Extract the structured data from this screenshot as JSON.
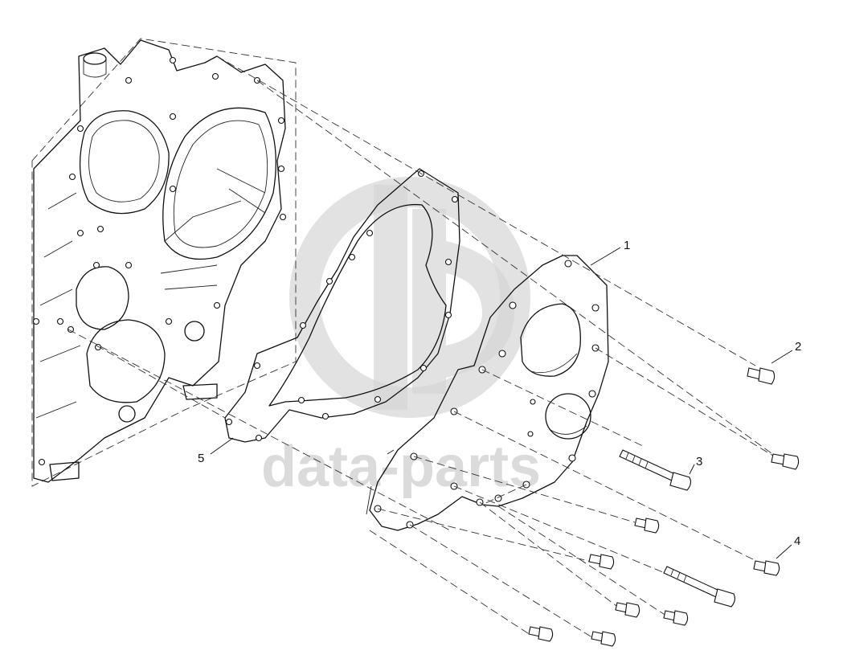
{
  "diagram": {
    "watermark": {
      "text": "data-parts"
    },
    "callouts": [
      {
        "id": "callout-1",
        "label": "1"
      },
      {
        "id": "callout-2",
        "label": "2"
      },
      {
        "id": "callout-3",
        "label": "3"
      },
      {
        "id": "callout-4",
        "label": "4"
      },
      {
        "id": "callout-5",
        "label": "5"
      }
    ],
    "colors": {
      "line": "#111111",
      "watermark": "#cfcfcf",
      "background": "#ffffff"
    }
  }
}
